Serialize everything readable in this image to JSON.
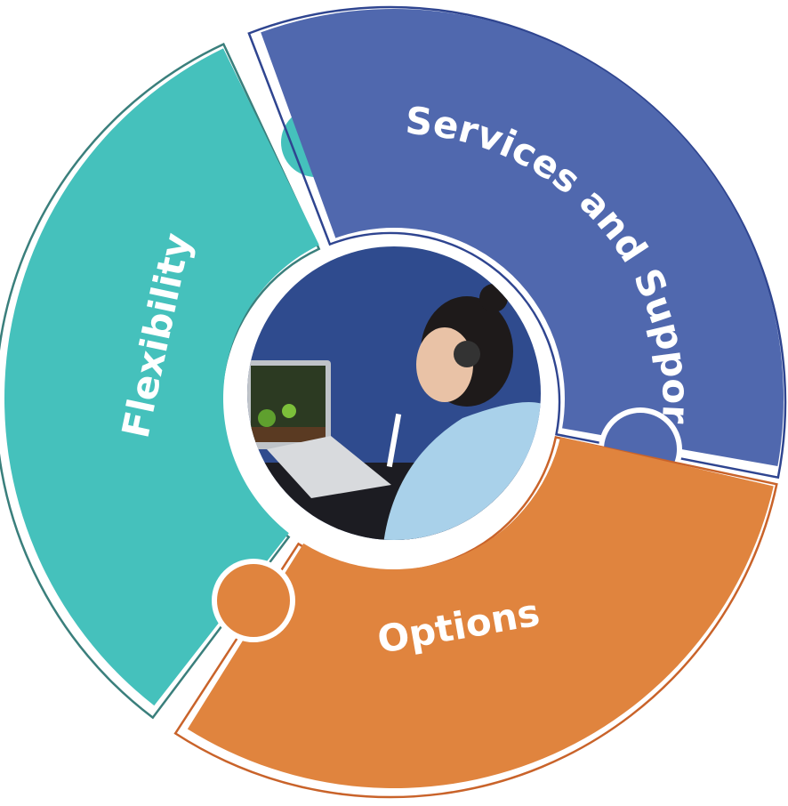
{
  "segments": [
    {
      "id": "flexibility",
      "label": "Flexibility",
      "color": "#45c1bc",
      "outline": "#3a7f7c"
    },
    {
      "id": "services",
      "label": "Services and Support",
      "color": "#5068ae",
      "outline": "#2f4590"
    },
    {
      "id": "options",
      "label": "Options",
      "color": "#e0843e",
      "outline": "#c9632a"
    }
  ],
  "center_photo": {
    "background": "#2f4b8e",
    "subject": "student-with-headset-at-laptop"
  }
}
